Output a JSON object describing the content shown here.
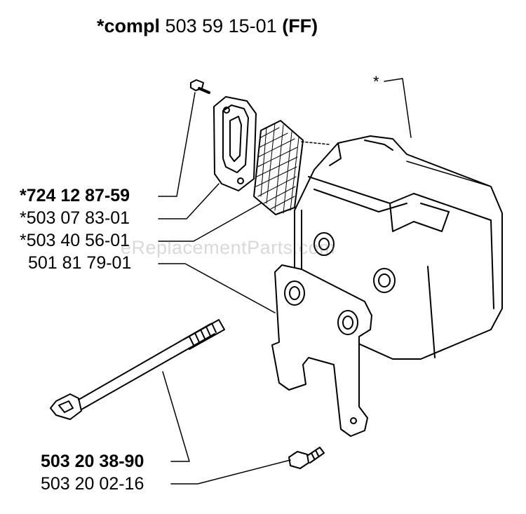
{
  "title": {
    "prefix": "*compl",
    "part_number": "503 59 15-01",
    "suffix": "(FF)"
  },
  "callout_star": "*",
  "labels": [
    {
      "text": "*724 12 87-59",
      "bold": true
    },
    {
      "text": "*503 07 83-01",
      "bold": false
    },
    {
      "text": "*503 40 56-01",
      "bold": false
    },
    {
      "text": "501 81 79-01",
      "bold": false
    },
    {
      "text": "503 20 38-90",
      "bold": true
    },
    {
      "text": "503 20 02-16",
      "bold": false
    }
  ],
  "watermark": "eReplacementParts.com",
  "colors": {
    "line": "#000000",
    "background": "#ffffff"
  }
}
